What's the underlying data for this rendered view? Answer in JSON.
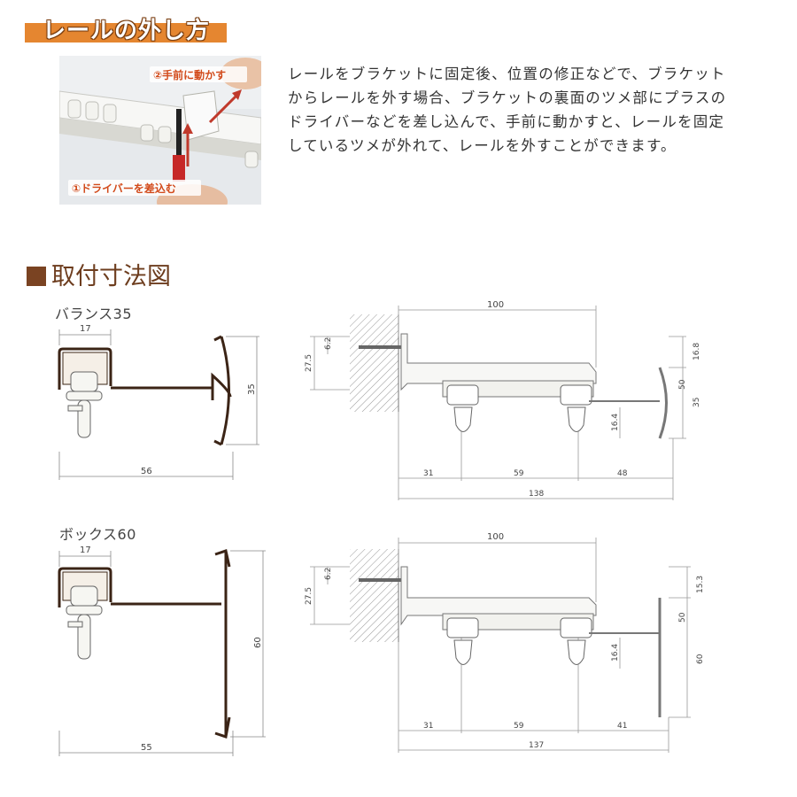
{
  "header": {
    "title": "レールの外し方"
  },
  "photo": {
    "label_step2": "②手前に動かす",
    "label_step1": "①ドライバーを差込む"
  },
  "description": {
    "lines": [
      "レールをブラケットに固定後、位置の修正などで、ブラケット",
      "からレールを外す場合、ブラケットの裏面のツメ部にプラスの",
      "ドライバーなどを差し込んで、手前に動かすと、レールを固定",
      "しているツメが外れて、レールを外すことができます。"
    ]
  },
  "section": {
    "title": "取付寸法図"
  },
  "balance": {
    "label": "バランス35",
    "dim_top": "17",
    "dim_height": "35",
    "dim_width": "56",
    "side": {
      "dim_100": "100",
      "dim_6_2": "6.2",
      "dim_27_5": "27.5",
      "dim_16_8": "16.8",
      "dim_50": "50",
      "dim_35": "35",
      "dim_16_4": "16.4",
      "dim_31": "31",
      "dim_59": "59",
      "dim_48": "48",
      "dim_138": "138"
    }
  },
  "box": {
    "label": "ボックス60",
    "dim_top": "17",
    "dim_height": "60",
    "dim_width": "55",
    "side": {
      "dim_100": "100",
      "dim_6_2": "6.2",
      "dim_27_5": "27.5",
      "dim_15_3": "15.3",
      "dim_50": "50",
      "dim_60": "60",
      "dim_16_4": "16.4",
      "dim_31": "31",
      "dim_59": "59",
      "dim_41": "41",
      "dim_137": "137"
    }
  },
  "colors": {
    "accent_orange": "#e58630",
    "section_brown": "#7a4322",
    "profile_brown": "#3b2416",
    "arrow_red": "#c0392b"
  }
}
